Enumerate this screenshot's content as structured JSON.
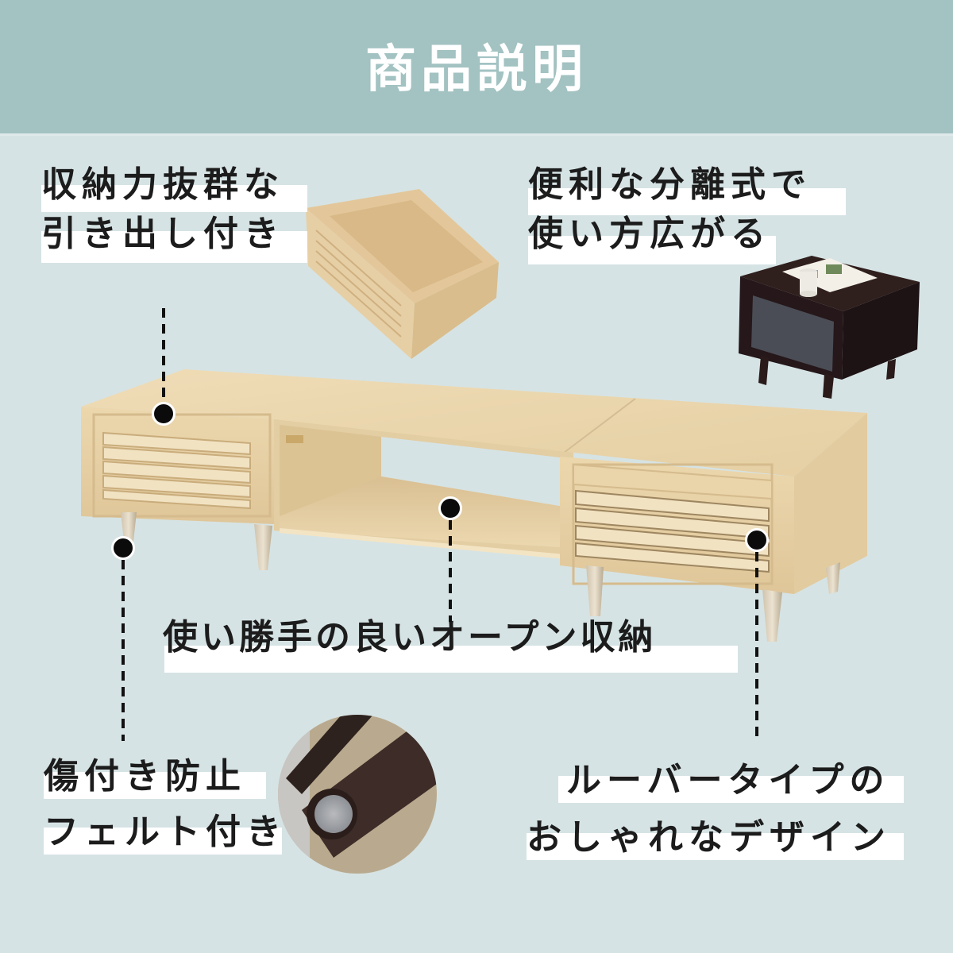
{
  "header": {
    "title": "商品説明",
    "background_color": "#a3c2c2"
  },
  "page": {
    "background_color": "#d6e3e4"
  },
  "features": [
    {
      "id": "drawer",
      "lines": [
        "収納力抜群な",
        "引き出し付き"
      ],
      "image": "wooden-drawer-pulled-out"
    },
    {
      "id": "separable",
      "lines": [
        "便利な分離式で",
        "使い方広がる"
      ],
      "image": "dark-brown-side-table-with-book-and-mug"
    },
    {
      "id": "open-storage",
      "lines": [
        "使い勝手の良いオープン収納"
      ]
    },
    {
      "id": "felt",
      "lines": [
        "傷付き防止",
        "フェルト付き"
      ],
      "image": "leg-with-felt-pad-closeup"
    },
    {
      "id": "louver",
      "lines": [
        "ルーバータイプの",
        "おしゃれなデザイン"
      ]
    }
  ],
  "product": {
    "name": "tv-board-louver-natural",
    "wood_color": "#ecd8b0",
    "dark_variant_color": "#2e1e1c"
  }
}
